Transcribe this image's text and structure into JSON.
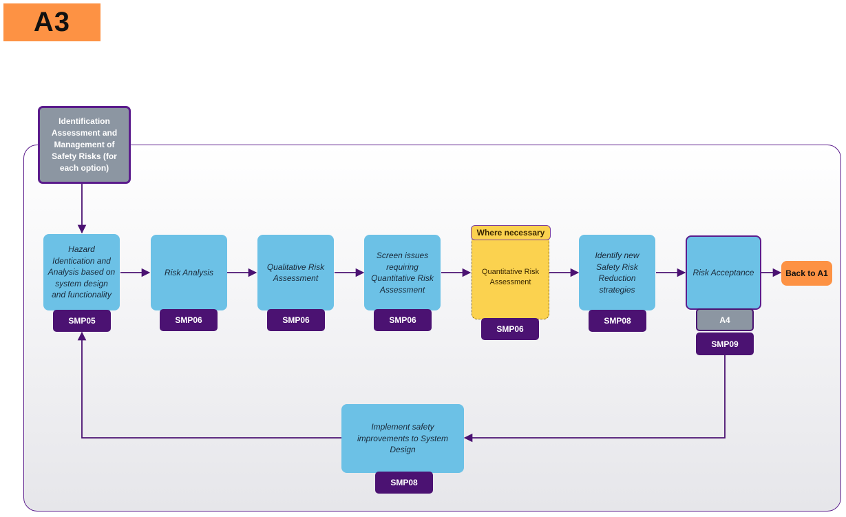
{
  "page": {
    "tag": "A3"
  },
  "start_box": {
    "label": "Identification Assessment and Management of Safety Risks (for each option)"
  },
  "steps": [
    {
      "label": "Hazard Identication and Analysis based on system design and functionality",
      "ref": "SMP05"
    },
    {
      "label": "Risk Analysis",
      "ref": "SMP06"
    },
    {
      "label": "Qualitative Risk Assessment",
      "ref": "SMP06"
    },
    {
      "label": "Screen issues requiring Quantitative Risk Assessment",
      "ref": "SMP06"
    },
    {
      "label": "Quantitative Risk Assessment",
      "ref": "SMP06",
      "tag": "Where necessary"
    },
    {
      "label": "Identify new Safety Risk Reduction strategies",
      "ref": "SMP08"
    },
    {
      "label": "Risk Acceptance",
      "refs": [
        "A4",
        "SMP09"
      ]
    }
  ],
  "improve_step": {
    "label": "Implement safety improvements to System Design",
    "ref": "SMP08"
  },
  "exit": {
    "label": "Back to A1"
  },
  "colors": {
    "step": "#6cc1e6",
    "optional_step": "#fbd24f",
    "reference": "#4b1272",
    "border": "#5b1c8c",
    "exit": "#fd9244",
    "start": "#8c96a2"
  }
}
